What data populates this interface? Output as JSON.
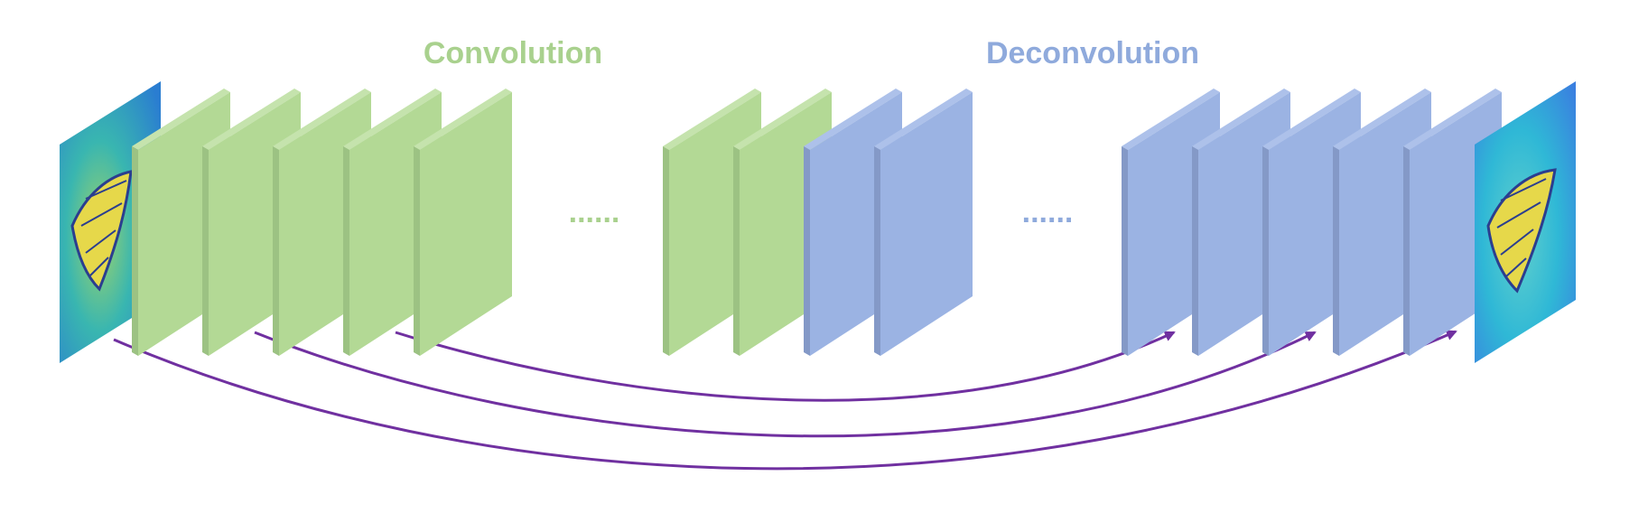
{
  "labels": {
    "convolution": "Convolution",
    "deconvolution": "Deconvolution",
    "ellipsis_conv": "......",
    "ellipsis_deconv": "......"
  },
  "colors": {
    "conv_fill": "#b3d995",
    "conv_side": "#9cc283",
    "conv_top": "#c5e3ad",
    "conv_label": "#a9d18e",
    "deconv_fill": "#9bb3e3",
    "deconv_side": "#8499c7",
    "deconv_top": "#adc1ea",
    "deconv_label": "#8faadc",
    "skip_arrow": "#7030a0"
  },
  "layers": {
    "conv_first_group": 5,
    "conv_second_group": 2,
    "deconv_first_group": 2,
    "deconv_second_group": 5
  },
  "images": {
    "input": "input-image-butterfly",
    "output": "output-image-butterfly"
  },
  "skip_connections": 3
}
